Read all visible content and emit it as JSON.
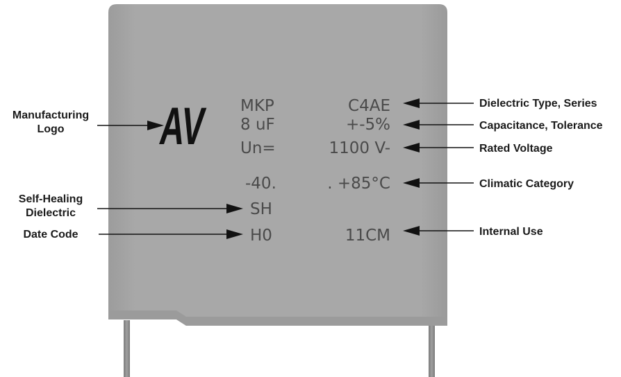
{
  "capacitor": {
    "logo_text": "AV",
    "body_color": "#a6a6a6",
    "body_shadow_color": "#969696",
    "lead_color": "#8c8c8c",
    "markings": {
      "dielectric": "MKP",
      "series": "C4AE",
      "capacitance": "8 uF",
      "tolerance": "+-5%",
      "voltage_prefix": "Un=",
      "voltage": "1100 V-",
      "climatic_low": "-40.",
      "climatic_high": ". +85°C",
      "self_healing": "SH",
      "date_code": "H0",
      "internal_code": "11CM"
    }
  },
  "callouts": {
    "manufacturing_logo": [
      "Manufacturing",
      "Logo"
    ],
    "self_healing": [
      "Self-Healing",
      "Dielectric"
    ],
    "date_code": "Date Code",
    "dielectric_series": "Dielectric Type, Series",
    "capacitance_tolerance": "Capacitance, Tolerance",
    "rated_voltage": "Rated Voltage",
    "climatic_category": "Climatic Category",
    "internal_use": "Internal Use"
  }
}
